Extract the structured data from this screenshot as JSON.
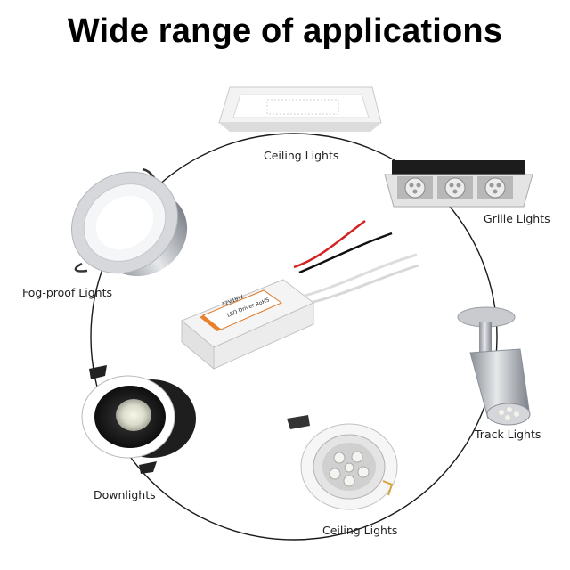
{
  "title": "Wide range of applications",
  "labels": {
    "ceiling_top": "Ceiling Lights",
    "grille": "Grille Lights",
    "fogproof": "Fog-proof Lights",
    "track": "Track Lights",
    "downlights": "Downlights",
    "ceiling_bottom": "Ceiling Lights"
  },
  "driver_label": {
    "model": "12V18W",
    "type": "LED Driver",
    "rohs": "RoHS"
  },
  "icons": [
    "ceiling-panel-icon",
    "grille-light-icon",
    "fog-proof-light-icon",
    "track-light-icon",
    "downlight-icon",
    "ceiling-spot-icon",
    "led-driver-icon"
  ]
}
